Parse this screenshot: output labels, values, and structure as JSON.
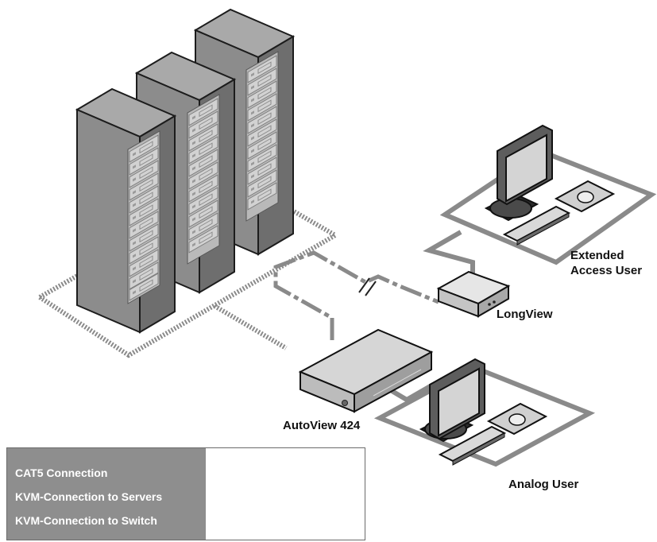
{
  "labels": {
    "extended_user": [
      "Extended",
      "Access User"
    ],
    "longview": "LongView",
    "autoview": "AutoView 424",
    "analog_user": "Analog User"
  },
  "legend": {
    "items": [
      {
        "label": "CAT5 Connection",
        "style": "cat5"
      },
      {
        "label": "KVM-Connection to Servers",
        "style": "dotted"
      },
      {
        "label": "KVM-Connection to Switch",
        "style": "solid"
      }
    ]
  },
  "colors": {
    "line": "#8a8a8a",
    "rack_front": "#8c8c8c",
    "rack_side": "#6e6e6e",
    "rack_top": "#a9a9a9",
    "legend_bg": "#8e8e8e"
  }
}
